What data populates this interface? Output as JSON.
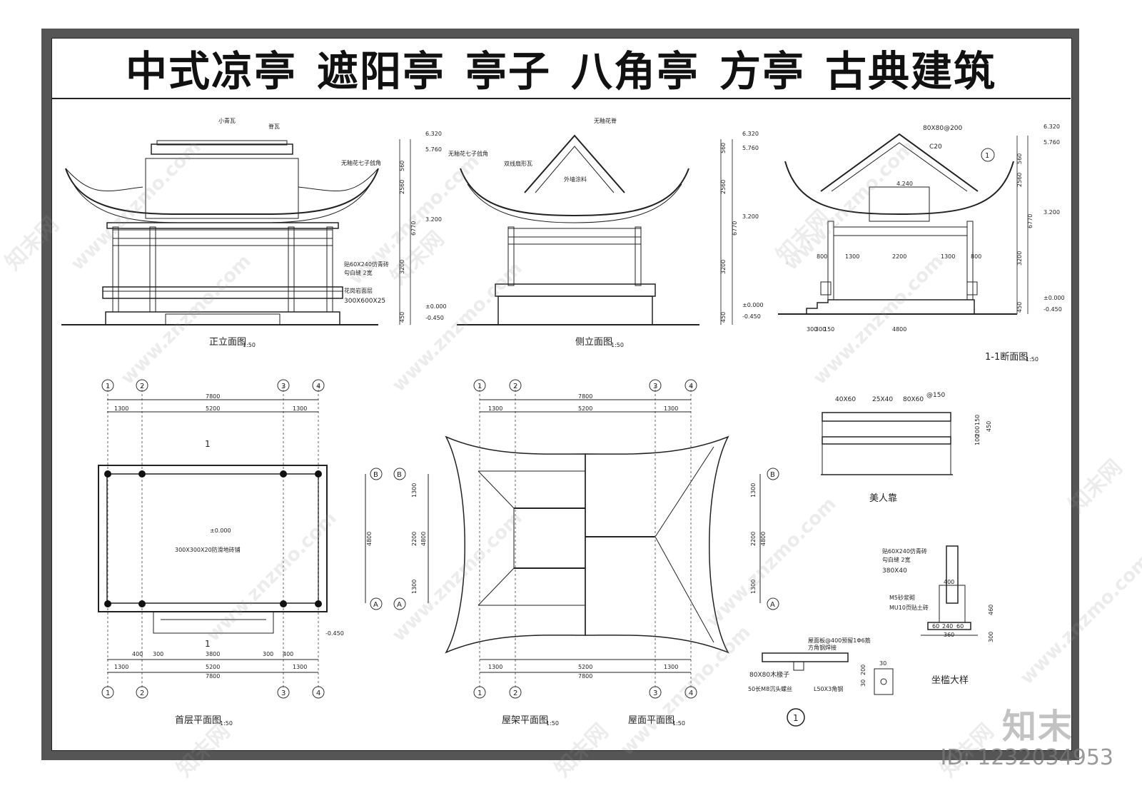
{
  "title": {
    "words": [
      "中式凉亭",
      "遮阳亭",
      "亭子",
      "八角亭",
      "方亭",
      "古典建筑"
    ]
  },
  "views": {
    "front": "正立面图",
    "side": "侧立面图",
    "section": "1-1断面图",
    "plan": "首层平面图",
    "frame": "屋架平面图",
    "roof": "屋面平面图",
    "bench": "美人靠",
    "seat": "坐槛大样",
    "scale": "1:50"
  },
  "notes": {
    "small_tile": "小青瓦",
    "ridge_tile": "脊瓦",
    "corner": "无釉花七子戗角",
    "brick": "贴60X240仿青砖",
    "joint": "勾白缝 2宽",
    "granite": "花岗岩面层",
    "granite_size": "300X600X25",
    "ridge": "无釉花脊",
    "fan_tile": "双线扇形瓦",
    "paint": "外墙涂料",
    "beam": "80X80@200",
    "c20": "C20",
    "floor_tile": "300X300X20防滑地砖铺",
    "rafter": "80X80木椽子",
    "bolt": "50长M8沉头螺丝",
    "angle": "L50X3角钢",
    "roof_board": "屋面板@400预留1Φ6筋",
    "roof_board2": "方角钢焊接",
    "seat_size": "380X40",
    "mortar": "M5砂浆砌",
    "mu10": "MU10页贴土砖",
    "bench_a": "40X60",
    "bench_b": "25X40",
    "bench_c": "80X60",
    "bench_d": "@150"
  },
  "elev": {
    "e1": "6.320",
    "e2": "5.760",
    "e3": "3.200",
    "e4": "±0.000",
    "e5": "-0.450",
    "e6": "4.240"
  },
  "dims": {
    "d560": "560",
    "d2560": "2560",
    "d3200": "3200",
    "d6770": "6770",
    "d450": "450",
    "d7800": "7800",
    "d1300": "1300",
    "d5200": "5200",
    "d4800": "4800",
    "d2200": "2200",
    "d800": "800",
    "d400": "400",
    "d300": "300",
    "d3800": "3800",
    "d150": "150",
    "d200": "200",
    "d100": "100",
    "d60": "60",
    "d240": "240",
    "d360": "360",
    "d460": "460",
    "d30": "30"
  },
  "axes": [
    "1",
    "2",
    "3",
    "4",
    "A",
    "B"
  ],
  "section_mark": "1",
  "detail_mark": "1",
  "watermark": "www.znzmo.com",
  "watermark2": "知末网",
  "brand": "知末",
  "image_id": "ID: 1232034953"
}
